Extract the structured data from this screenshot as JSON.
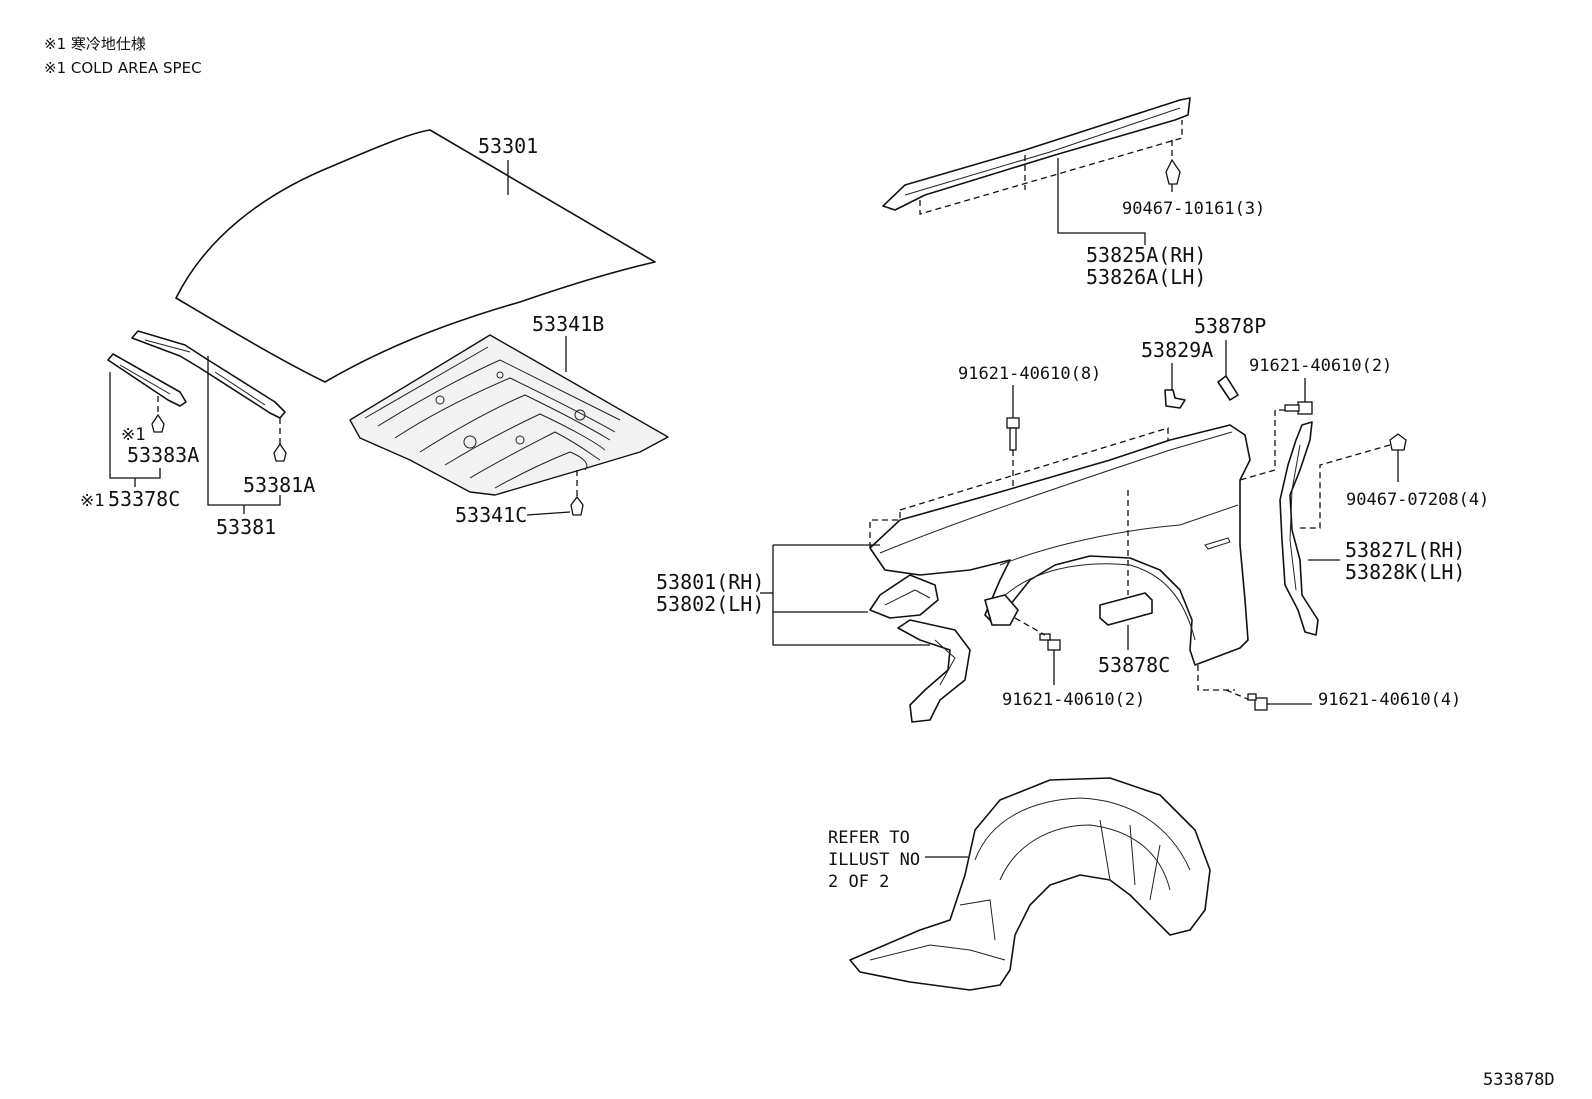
{
  "notes": {
    "line1": "※1 寒冷地仕様",
    "line2": "※1 COLD AREA SPEC"
  },
  "labels": {
    "hood": "53301",
    "hood_insulator": "53341B",
    "insulator_clip": "53341C",
    "seal_mark": "※1",
    "seal": "53383A",
    "seal_set_mark": "※1",
    "seal_set": "53378C",
    "hood_seal_clip": "53381A",
    "hood_seal": "53381",
    "fender_seal_clip": "90467-10161(3)",
    "fender_seal_rh": "53825A(RH)",
    "fender_seal_lh": "53826A(LH)",
    "cushion_p": "53878P",
    "spacer": "53829A",
    "bolt_top_8": "91621-40610(8)",
    "bolt_right_2": "91621-40610(2)",
    "clip_right_4": "90467-07208(4)",
    "liner_rh": "53827L(RH)",
    "liner_lh": "53828K(LH)",
    "fender_rh": "53801(RH)",
    "fender_lh": "53802(LH)",
    "cushion_c": "53878C",
    "bolt_bottom_2": "91621-40610(2)",
    "bolt_bottom_4": "91621-40610(4)",
    "refer_line1": "REFER TO",
    "refer_line2": "ILLUST NO",
    "refer_line3": "2 OF 2",
    "illustration_id": "533878D"
  }
}
